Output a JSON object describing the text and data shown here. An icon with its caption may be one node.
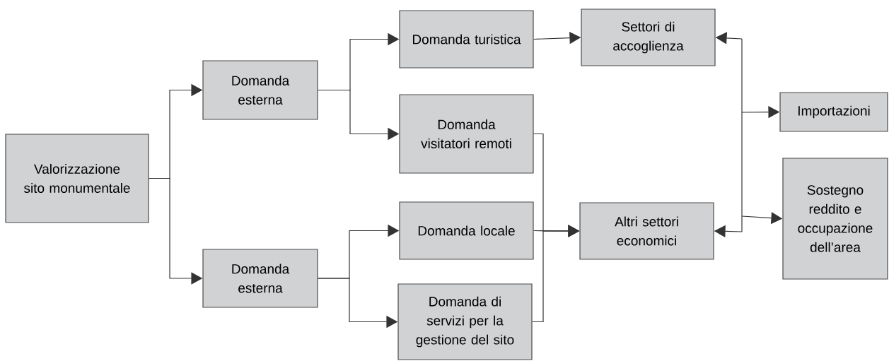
{
  "diagram": {
    "nodes": [
      {
        "text": [
          "Valorizzazione sito monumentale"
        ]
      },
      {
        "text": [
          "Domanda esterna"
        ]
      },
      {
        "text": [
          "Domanda esterna"
        ]
      },
      {
        "text": [
          "Domanda turistica"
        ]
      },
      {
        "text": [
          "Domanda visitatori remoti"
        ]
      },
      {
        "text": [
          "Domanda locale"
        ]
      },
      {
        "text": [
          "Domanda di servizi per la gestione del sito"
        ]
      },
      {
        "text": [
          "Settori di accoglienza"
        ]
      },
      {
        "text": [
          "Altri settori economici"
        ]
      },
      {
        "text": [
          "Importazioni"
        ]
      },
      {
        "text": [
          "Sostegno reddito e occupazione dell’area"
        ]
      }
    ],
    "edges": [
      {
        "from": 0,
        "to": 1,
        "arrow": "to"
      },
      {
        "from": 0,
        "to": 2,
        "arrow": "to"
      },
      {
        "from": 1,
        "to": 3,
        "arrow": "to"
      },
      {
        "from": 1,
        "to": 4,
        "arrow": "to"
      },
      {
        "from": 2,
        "to": 5,
        "arrow": "to"
      },
      {
        "from": 2,
        "to": 6,
        "arrow": "to"
      },
      {
        "from": 3,
        "to": 7,
        "arrow": "to"
      },
      {
        "from": 4,
        "to": 8,
        "arrow": "to"
      },
      {
        "from": 5,
        "to": 8,
        "arrow": "to"
      },
      {
        "from": 6,
        "to": 8,
        "arrow": "to"
      },
      {
        "from": null,
        "to": 7,
        "arrow": "to"
      },
      {
        "from": null,
        "to": 8,
        "arrow": "to"
      },
      {
        "from": null,
        "to": 9,
        "arrow": "to"
      },
      {
        "from": null,
        "to": 10,
        "arrow": "to"
      }
    ]
  }
}
